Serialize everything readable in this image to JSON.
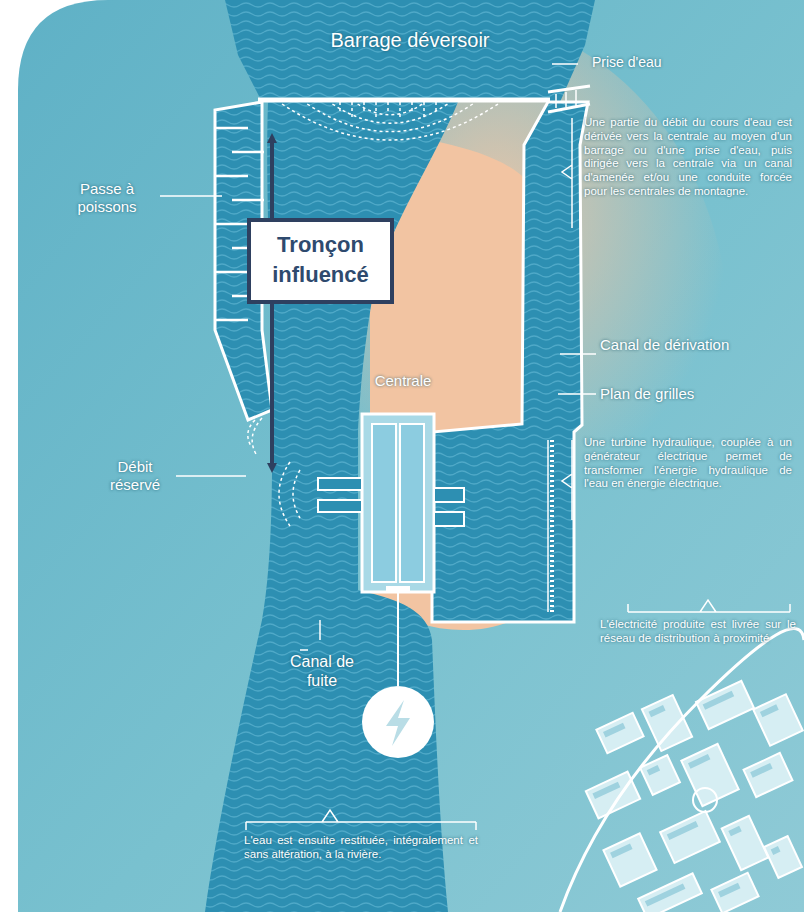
{
  "diagram": {
    "nodes": [
      {
        "text": [
          "Tronçon influencé"
        ]
      }
    ],
    "labels": [
      "Barrage déversoir",
      "Prise d'eau",
      "Une partie du débit du cours d'eau est dérivée vers la centrale au moyen d'un barrage ou d'une prise d'eau, puis dirigée vers la centrale via un canal d'amenée et/ou une conduite forcée pour les centrales de montagne.",
      "Passe à poissons",
      "Canal de dérivation",
      "Plan de grilles",
      "Débit réservé",
      "Centrale",
      "Une turbine hydraulique, couplée à un générateur électrique permet de transformer l'énergie hydraulique de l'eau en énergie électrique.",
      "Canal de fuite",
      "L'électricité produite est livrée sur le réseau de distribution à proximité",
      "L'eau est ensuite restituée, intégralement et sans altération, à la rivière."
    ]
  }
}
